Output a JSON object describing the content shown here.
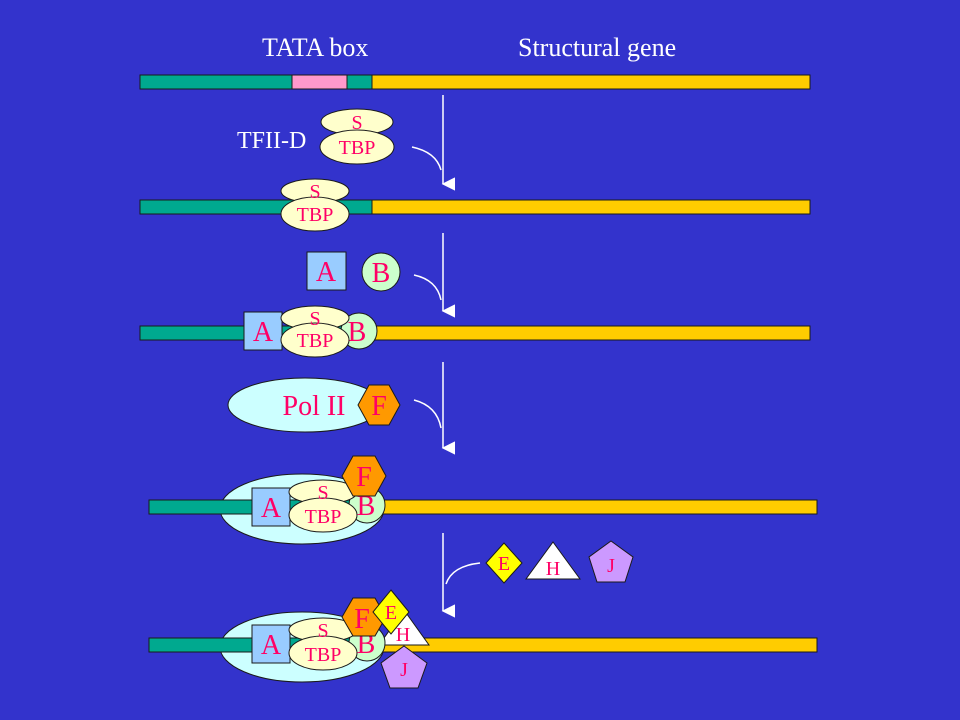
{
  "labels": {
    "tata_box": "TATA box",
    "structural_gene": "Structural gene",
    "tfiid": "TFII-D",
    "s": "S",
    "tbp": "TBP",
    "a": "A",
    "b": "B",
    "pol2": "Pol II",
    "f": "F",
    "e": "E",
    "h": "H",
    "j": "J"
  },
  "colors": {
    "background": "#3333cc",
    "promoter_dna": "#00a98f",
    "tata_box": "#ff99cc",
    "structural_gene": "#ffcc00",
    "tbp_fill": "#ffffcc",
    "a_fill": "#99ccff",
    "b_fill": "#ccffcc",
    "pol2_fill": "#ccffff",
    "f_fill": "#ff9900",
    "e_fill": "#ffff00",
    "h_fill": "#ffffff",
    "j_fill": "#cc99ff",
    "magenta_text": "#ff0066",
    "arrow": "#ffffff"
  }
}
